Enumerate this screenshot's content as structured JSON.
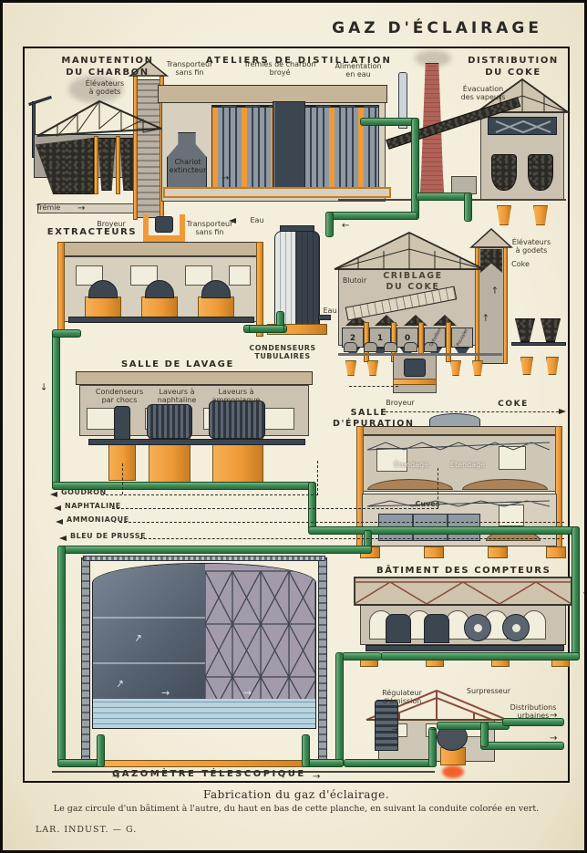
{
  "title": "GAZ D'ÉCLAIRAGE",
  "sections": {
    "man1": "MANUTENTION",
    "man2": "DU CHARBON",
    "ateliers": "ATELIERS DE DISTILLATION",
    "dist1": "DISTRIBUTION",
    "dist2": "DU COKE",
    "extracteurs": "EXTRACTEURS",
    "crib1": "CRIBLAGE",
    "crib2": "DU COKE",
    "lavage": "SALLE DE LAVAGE",
    "epu1": "SALLE",
    "epu2": "D'ÉPURATION",
    "compteurs": "BÂTIMENT DES COMPTEURS",
    "gazometre": "GAZOMÈTRE TÉLESCOPIQUE"
  },
  "labels": {
    "transporteur1_l1": "Transporteur",
    "transporteur1_l2": "sans fin",
    "tremies_l1": "Trémies de charbon",
    "tremies_l2": "broyé",
    "alimentation_l1": "Alimentation",
    "alimentation_l2": "en eau",
    "elevateurs1_l1": "Élévateurs",
    "elevateurs1_l2": "à godets",
    "evacuation_l1": "Évacuation",
    "evacuation_l2": "des vapeurs",
    "tremie": "Trémie",
    "chariot_l1": "Chariot",
    "chariot_l2": "extincteur",
    "broyeur1": "Broyeur",
    "transporteur2_l1": "Transporteur",
    "transporteur2_l2": "sans fin",
    "eau1": "Eau",
    "eau2": "Eau",
    "condenseurs_l1": "CONDENSEURS",
    "condenseurs_l2": "TUBULAIRES",
    "blutoir": "Blutoir",
    "elevateurs2_l1": "Élévateurs",
    "elevateurs2_l2": "à godets",
    "coke_small": "Coke",
    "chocs_l1": "Condenseurs",
    "chocs_l2": "par chocs",
    "naph_l1": "Laveurs à",
    "naph_l2": "naphtaline",
    "ammo_l1": "Laveurs à",
    "ammo_l2": "ammoniaque",
    "broyeur2": "Broyeur",
    "coke_caps": "COKE",
    "etendage1": "Étendage",
    "etendage2": "Étendage",
    "cuves": "Cuves",
    "regulateur_l1": "Régulateur",
    "regulateur_l2": "d'émission",
    "surpresseur": "Surpresseur",
    "distributions_l1": "Distributions",
    "distributions_l2": "urbaines"
  },
  "hoppers": [
    "2",
    "1",
    "0",
    "Grésillon",
    "Poussier"
  ],
  "products": [
    "GOUDRON",
    "NAPHTALINE",
    "AMMONIAQUE",
    "BLEU DE PRUSSE"
  ],
  "caption": {
    "line1": "Fabrication du gaz d'éclairage.",
    "line2": "Le gaz circule d'un bâtiment à l'autre, du haut en bas de cette planche, en suivant la conduite colorée en vert.",
    "footer": "LAR. INDUST. — G."
  },
  "colors": {
    "pipe_green": "#3f8f57",
    "structure_orange": "#ef9a37",
    "brick_red": "#b26257",
    "water_blue": "#b7d3de",
    "paper": "#f2ecd9"
  }
}
